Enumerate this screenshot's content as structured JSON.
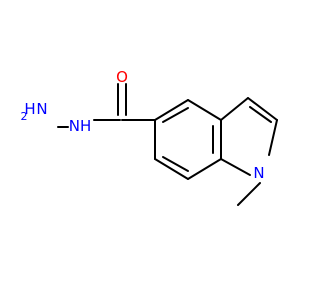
{
  "molecule": {
    "colors": {
      "bond": "#000000",
      "oxygen": "#ff0000",
      "nitrogen": "#0000ff",
      "background": "#ffffff"
    },
    "labels": {
      "oxygen": "O",
      "amide_nh": "NH",
      "amine_h": "H",
      "amine_n": "N",
      "amine_sub": "2",
      "ring_n": "N"
    }
  }
}
